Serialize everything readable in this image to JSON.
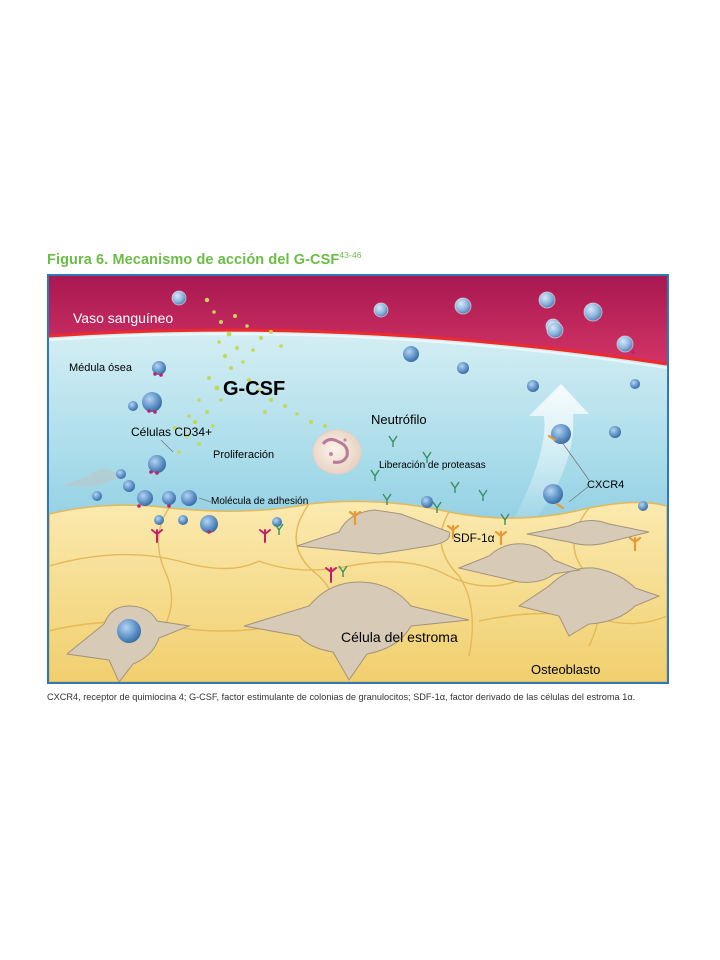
{
  "figure": {
    "title": "Figura 6. Mecanismo de acción del G-CSF",
    "title_superscript": "43-46",
    "title_color": "#6abd45",
    "frame_color": "#2f79b9"
  },
  "diagram": {
    "labels": {
      "blood_vessel": "Vaso sanguíneo",
      "bone_marrow": "Médula ósea",
      "gcsf": "G-CSF",
      "cd34_cells": "Células CD34+",
      "proliferation": "Proliferación",
      "neutrophil": "Neutrófilo",
      "protease_release": "Liberación de proteasas",
      "adhesion_molecule": "Molécula de adhesión",
      "cxcr4": "CXCR4",
      "sdf1a": "SDF-1α",
      "stromal_cell": "Célula del estroma",
      "osteoblast": "Osteoblasto"
    },
    "colors": {
      "vessel": "#c8265a",
      "vessel_edge": "#e22b2b",
      "marrow": "#bfe4ee",
      "bone": "#f4dc8e",
      "cell": "#5f93c9",
      "stromal": "#d7cbb7",
      "gcsf_particles": "#c5d75b",
      "receptor_magenta": "#c2206c",
      "receptor_orange": "#e69a35",
      "protease_green": "#3c8f63"
    }
  },
  "caption": "CXCR4, receptor de quimiocina 4; G-CSF, factor estimulante de colonias de granulocitos; SDF-1α, factor derivado de las células del estroma 1α."
}
